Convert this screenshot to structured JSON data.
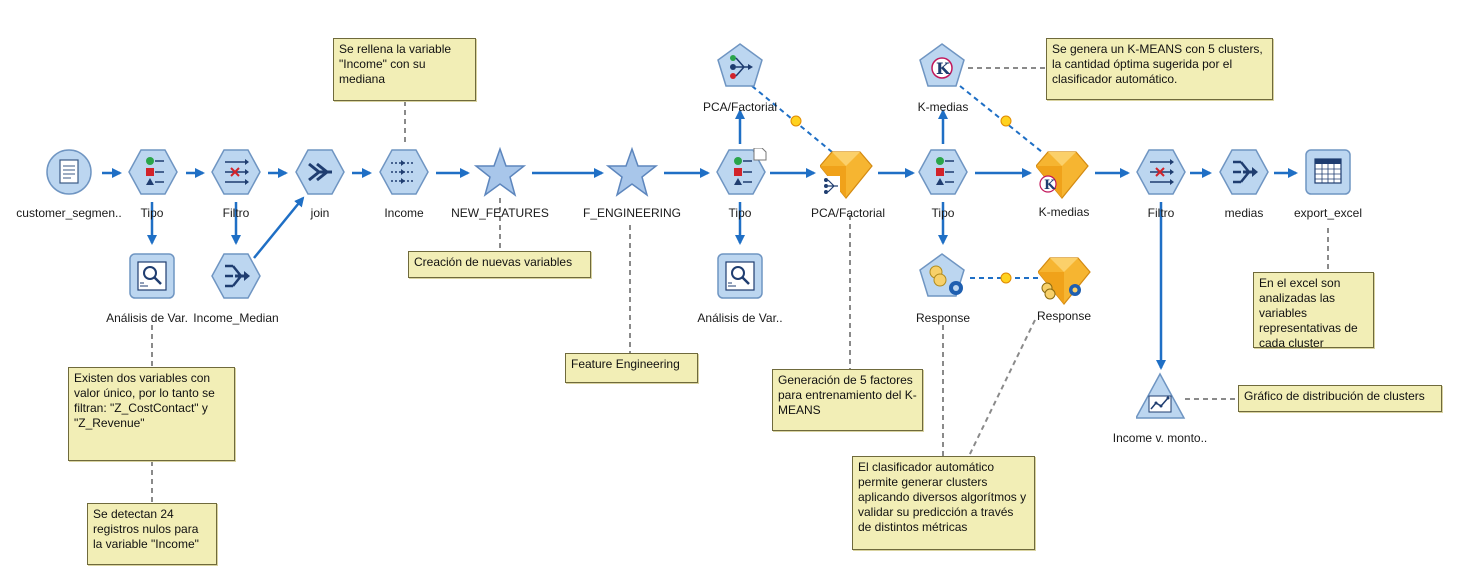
{
  "colors": {
    "flow": "#1f6fc5",
    "note_bg": "#f2eeb6",
    "dashed": "#8a8a8a",
    "model_gold": "#f0a21a"
  },
  "nodes": {
    "customer_source": {
      "label": "customer_segmen..",
      "icon": "file-source-icon"
    },
    "tipo1": {
      "label": "Tipo",
      "icon": "type-node-icon"
    },
    "filtro1": {
      "label": "Filtro",
      "icon": "filter-node-icon"
    },
    "join": {
      "label": "join",
      "icon": "merge-node-icon"
    },
    "income": {
      "label": "Income",
      "icon": "fill-node-icon"
    },
    "new_features": {
      "label": "NEW_FEATURES",
      "icon": "supernode-star-icon"
    },
    "f_engineering": {
      "label": "F_ENGINEERING",
      "icon": "supernode-star-icon"
    },
    "tipo2": {
      "label": "Tipo",
      "icon": "type-node-icon"
    },
    "pca_model": {
      "label": "PCA/Factorial",
      "icon": "pca-model-nugget-icon"
    },
    "tipo3": {
      "label": "Tipo",
      "icon": "type-node-icon"
    },
    "kmedias_model": {
      "label": "K-medias",
      "icon": "kmeans-model-nugget-icon"
    },
    "filtro2": {
      "label": "Filtro",
      "icon": "filter-node-icon"
    },
    "medias": {
      "label": "medias",
      "icon": "aggregate-node-icon"
    },
    "export_excel": {
      "label": "export_excel",
      "icon": "excel-export-icon"
    },
    "analisis1": {
      "label": "Análisis de Var.",
      "icon": "data-audit-icon"
    },
    "income_median": {
      "label": "Income_Median",
      "icon": "aggregate-node-icon"
    },
    "analisis2": {
      "label": "Análisis de Var..",
      "icon": "data-audit-icon"
    },
    "pca_builder": {
      "label": "PCA/Factorial",
      "icon": "pca-builder-icon"
    },
    "kmedias_builder": {
      "label": "K-medias",
      "icon": "kmeans-builder-icon"
    },
    "response_builder": {
      "label": "Response",
      "icon": "auto-cluster-builder-icon"
    },
    "response_model": {
      "label": "Response",
      "icon": "auto-cluster-model-icon"
    },
    "income_plot": {
      "label": "Income v. monto..",
      "icon": "plot-graph-icon"
    }
  },
  "notes": {
    "income_note": "Se rellena la variable \"Income\" con su mediana",
    "creacion_note": "Creación de nuevas variables",
    "feature_note": "Feature Engineering",
    "pca_note": "Generación de 5 factores para entrenamiento del K-MEANS",
    "kmeans_note": "Se genera un K-MEANS con 5 clusters, la cantidad óptima sugerida por el clasificador automático.",
    "excel_note": "En el excel son analizadas las variables representativas de cada cluster",
    "grafico_note": "Gráfico de distribución de clusters",
    "auto_note": "El clasificador automático permite generar clusters aplicando diversos algorítmos y validar su predicción a través de distintos métricas",
    "unique_note": "Existen dos variables con valor único, por lo tanto se filtran: \"Z_CostContact\" y \"Z_Revenue\"",
    "nulls_note": "Se detectan 24 registros nulos para la variable \"Income\""
  }
}
